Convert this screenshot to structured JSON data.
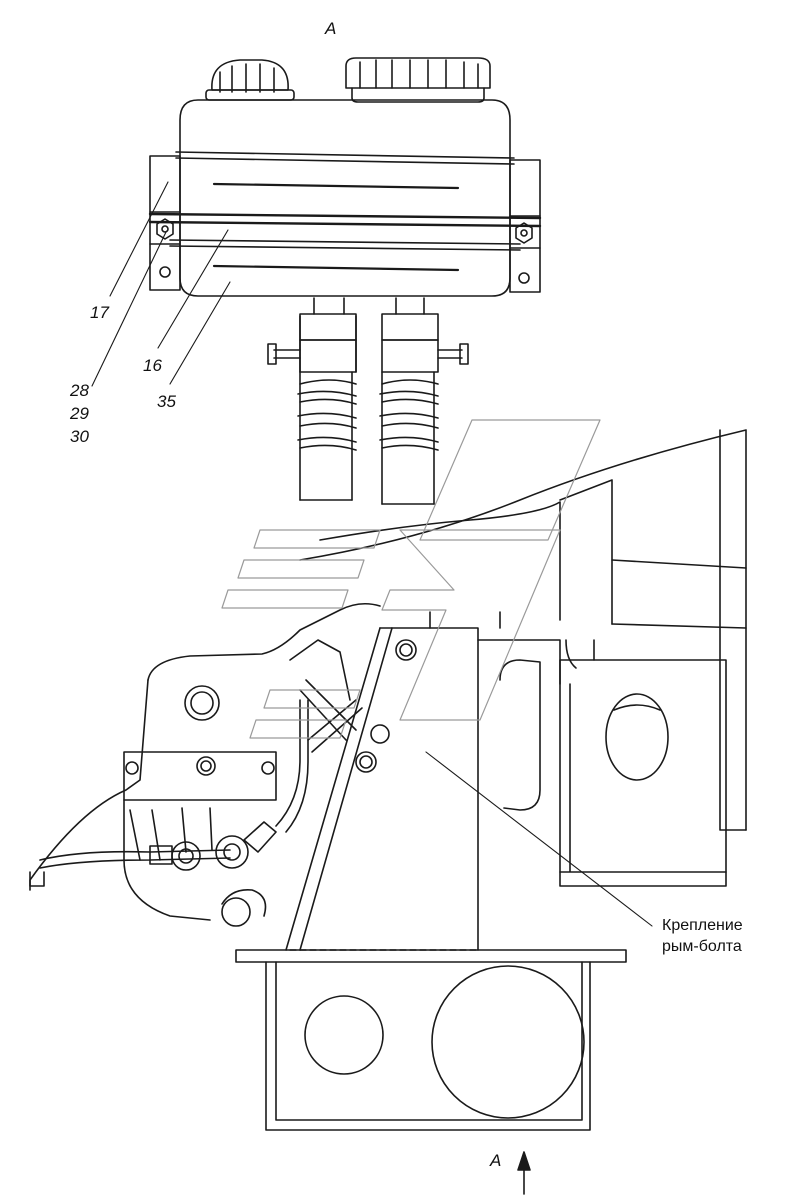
{
  "view": {
    "view_label_top": "A",
    "view_label_bottom": "A"
  },
  "callouts": [
    {
      "id": "17",
      "text": "17"
    },
    {
      "id": "28",
      "text": "28"
    },
    {
      "id": "29",
      "text": "29"
    },
    {
      "id": "30",
      "text": "30"
    },
    {
      "id": "16",
      "text": "16"
    },
    {
      "id": "35",
      "text": "35"
    }
  ],
  "notes": {
    "eyebolt_line1": "Крепление",
    "eyebolt_line2": "рым-болта"
  },
  "colors": {
    "line": "#1a1a1a",
    "watermark": "#9a9a9a"
  }
}
